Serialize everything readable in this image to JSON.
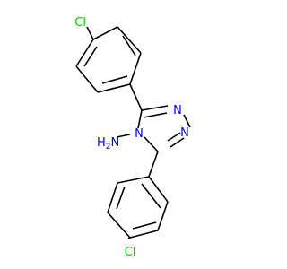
{
  "structure": {
    "atoms": {
      "cl_top": {
        "symbol": "Cl"
      },
      "cl_bottom": {
        "symbol": "Cl"
      },
      "n1": {
        "symbol": "N"
      },
      "n2": {
        "symbol": "N"
      },
      "n4": {
        "symbol": "N"
      },
      "nh2": {
        "symbol": "H2N",
        "n": "N",
        "h": "H",
        "sub": "2"
      }
    }
  },
  "colors": {
    "bond": "#000000",
    "carbon": "#000000",
    "nitrogen": "#0000ff",
    "chlorine": "#00cc00",
    "background": "#ffffff"
  }
}
